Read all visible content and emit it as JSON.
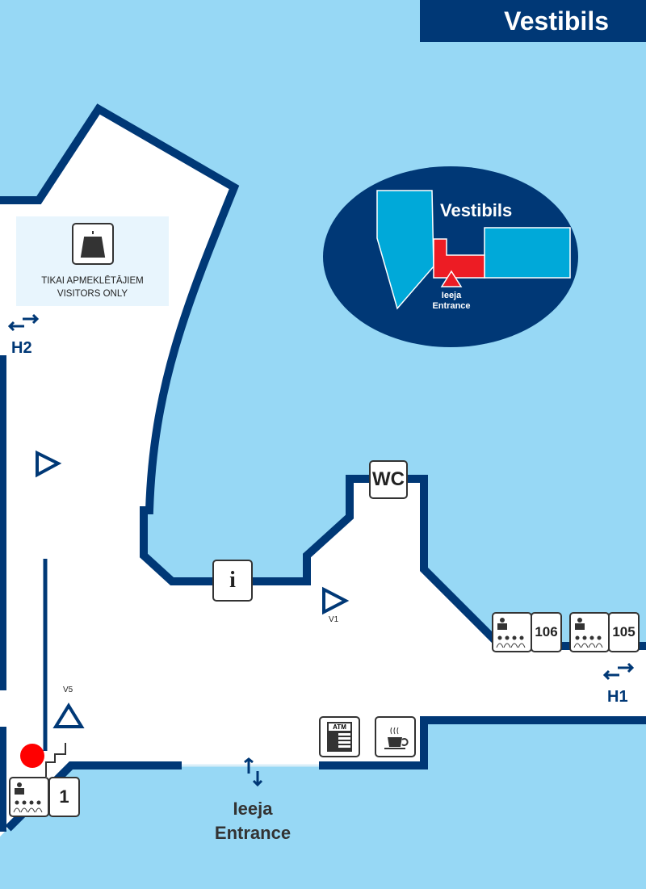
{
  "header": {
    "title": "Vestibils"
  },
  "inset": {
    "title": "Vestibils",
    "entrance_lv": "Ieeja",
    "entrance_en": "Entrance"
  },
  "cloakroom": {
    "line1": "TIKAI APMEKLĒTĀJIEM",
    "line2": "VISITORS ONLY",
    "icon": "cloakroom-icon"
  },
  "exits": {
    "h1": "H1",
    "h2": "H2"
  },
  "markers": {
    "v1": "V1",
    "v5": "V5"
  },
  "facilities": {
    "wc": "WC",
    "info": "i",
    "atm": "ATM",
    "cafe": "coffee-cup-icon"
  },
  "rooms": [
    {
      "number": "106"
    },
    {
      "number": "105"
    },
    {
      "number": "1"
    }
  ],
  "entrance": {
    "lv": "Ieeja",
    "en": "Entrance"
  },
  "colors": {
    "navy": "#003876",
    "water": "#97d8f5",
    "inset_room": "#00a9d9",
    "inset_highlight": "#ed1c24",
    "you_are_here": "#ff0000"
  }
}
